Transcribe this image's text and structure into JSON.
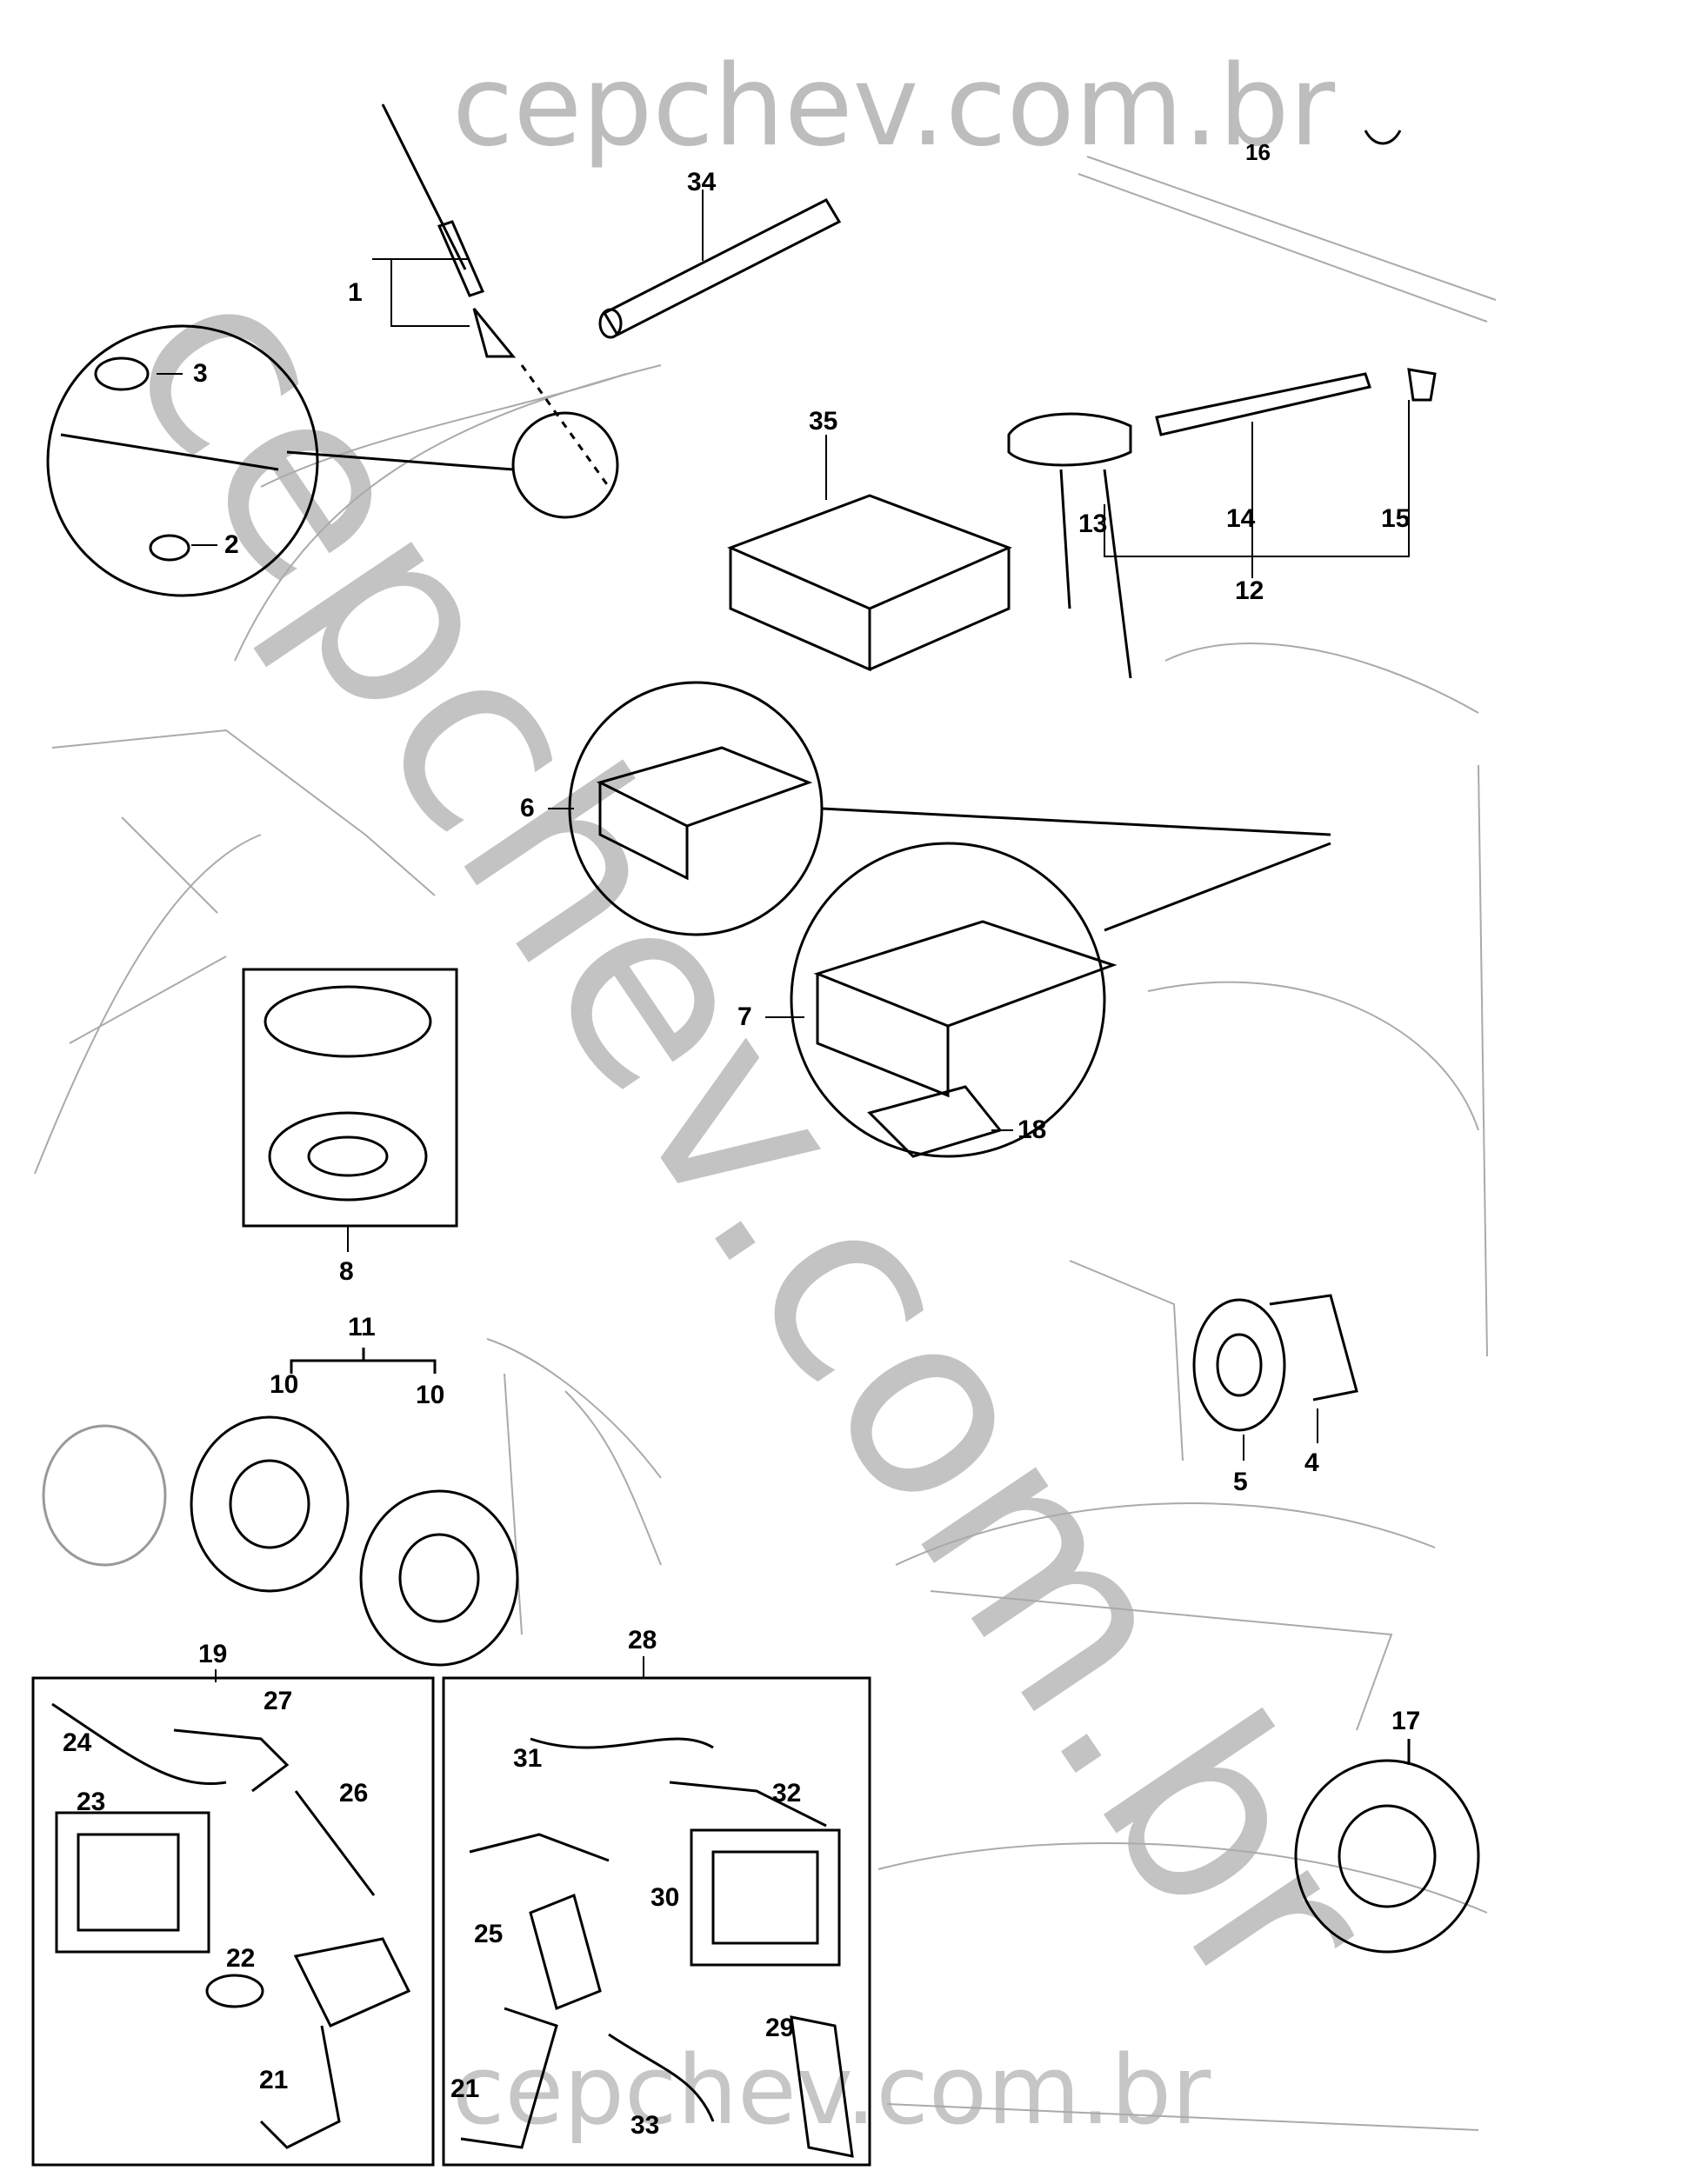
{
  "watermarks": {
    "top": "cepchev.com.br",
    "diagonal": "cepchev.com.br",
    "bottom": "cepchev.com.br"
  },
  "callouts": {
    "c1": "1",
    "c2": "2",
    "c3": "3",
    "c4": "4",
    "c5": "5",
    "c6": "6",
    "c7": "7",
    "c8": "8",
    "c10a": "10",
    "c10b": "10",
    "c11": "11",
    "c12": "12",
    "c13": "13",
    "c14": "14",
    "c15": "15",
    "c16": "16",
    "c17": "17",
    "c18": "18",
    "c19": "19",
    "c21a": "21",
    "c21b": "21",
    "c22": "22",
    "c23": "23",
    "c24": "24",
    "c25": "25",
    "c26": "26",
    "c27": "27",
    "c28": "28",
    "c29": "29",
    "c30": "30",
    "c31": "31",
    "c32": "32",
    "c33": "33",
    "c34": "34",
    "c35": "35"
  }
}
